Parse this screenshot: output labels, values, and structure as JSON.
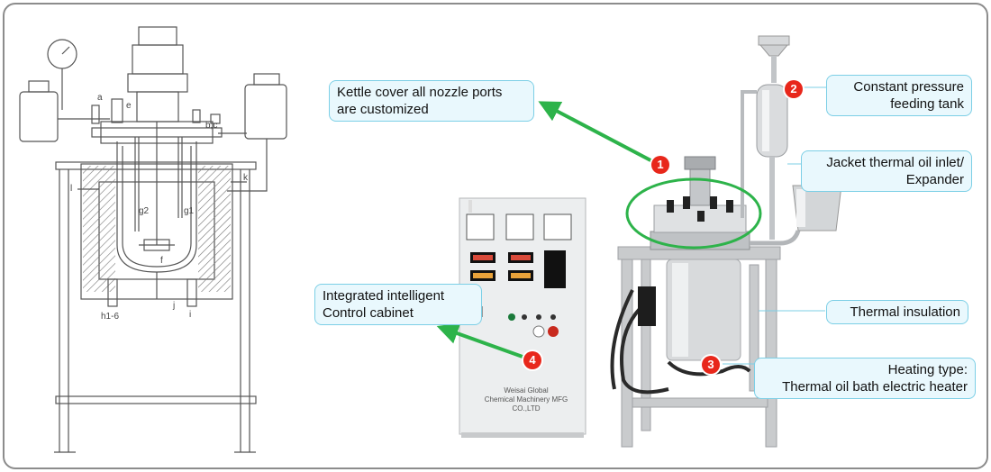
{
  "colors": {
    "accent_cyan": "#7ccfe6",
    "callout_bg": "#e9f8fd",
    "badge_red": "#e8271b",
    "arrow_green": "#2db34a"
  },
  "callouts": {
    "kettle_cover": {
      "line1": "Kettle cover all nozzle ports",
      "line2": "are customized"
    },
    "pressure_tank": {
      "line1": "Constant pressure",
      "line2": "feeding tank"
    },
    "jacket_inlet": {
      "line1": "Jacket thermal oil inlet/",
      "line2": "Expander"
    },
    "insulation": {
      "line1": "Thermal insulation"
    },
    "heating": {
      "line1": "Heating type:",
      "line2": "Thermal oil bath electric heater"
    },
    "control_cabinet": {
      "line1": "Integrated intelligent",
      "line2": "Control cabinet"
    }
  },
  "badges": {
    "b1": "1",
    "b2": "2",
    "b3": "3",
    "b4": "4"
  },
  "cabinet": {
    "maker_line1": "Weisai Global",
    "maker_line2": "Chemical Machinery MFG CO.,LTD"
  },
  "drawing_labels": {
    "a": "a",
    "e": "e",
    "bc": "b,c",
    "k": "k",
    "l": "l",
    "f": "f",
    "g1": "g1",
    "g2": "g2",
    "j": "j",
    "i": "i",
    "h": "h1-6"
  }
}
